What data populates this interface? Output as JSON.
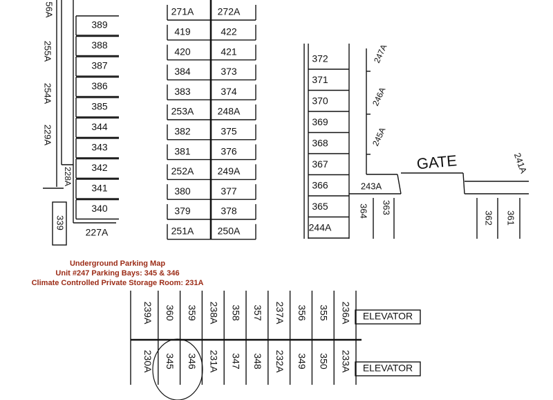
{
  "caption": {
    "title": "Underground Parking Map",
    "parking_bays": "Unit #247 Parking Bays: 345 & 346",
    "storage": "Climate Controlled Private Storage Room: 231A"
  },
  "map": {
    "left_rooms": [
      "56A",
      "255A",
      "254A",
      "229A",
      "228A",
      "339",
      "227A"
    ],
    "left_bays": [
      "389",
      "388",
      "387",
      "386",
      "385",
      "344",
      "343",
      "342",
      "341",
      "340"
    ],
    "middle_left": [
      "271A",
      "419",
      "420",
      "384",
      "383",
      "253A",
      "382",
      "381",
      "252A",
      "380",
      "379",
      "251A"
    ],
    "middle_right": [
      "272A",
      "422",
      "421",
      "373",
      "374",
      "248A",
      "375",
      "376",
      "249A",
      "377",
      "378",
      "250A"
    ],
    "right_bays": [
      "372",
      "371",
      "370",
      "369",
      "368",
      "367",
      "366",
      "365",
      "244A"
    ],
    "right_rooms": [
      "247A",
      "246A",
      "245A"
    ],
    "gate_area": {
      "gate": "GATE",
      "room_243": "243A",
      "bays_left": [
        "364",
        "363"
      ],
      "bays_right": [
        "362",
        "361"
      ],
      "room_241": "241A"
    },
    "bottom_top_row": [
      "239A",
      "360",
      "359",
      "238A",
      "358",
      "357",
      "237A",
      "356",
      "355",
      "236A"
    ],
    "bottom_bottom_row": [
      "230A",
      "345",
      "346",
      "231A",
      "347",
      "348",
      "232A",
      "349",
      "350",
      "233A"
    ],
    "elevator_labels": [
      "ELEVATOR",
      "ELEVATOR"
    ],
    "highlighted_bays": [
      "345",
      "346"
    ]
  }
}
